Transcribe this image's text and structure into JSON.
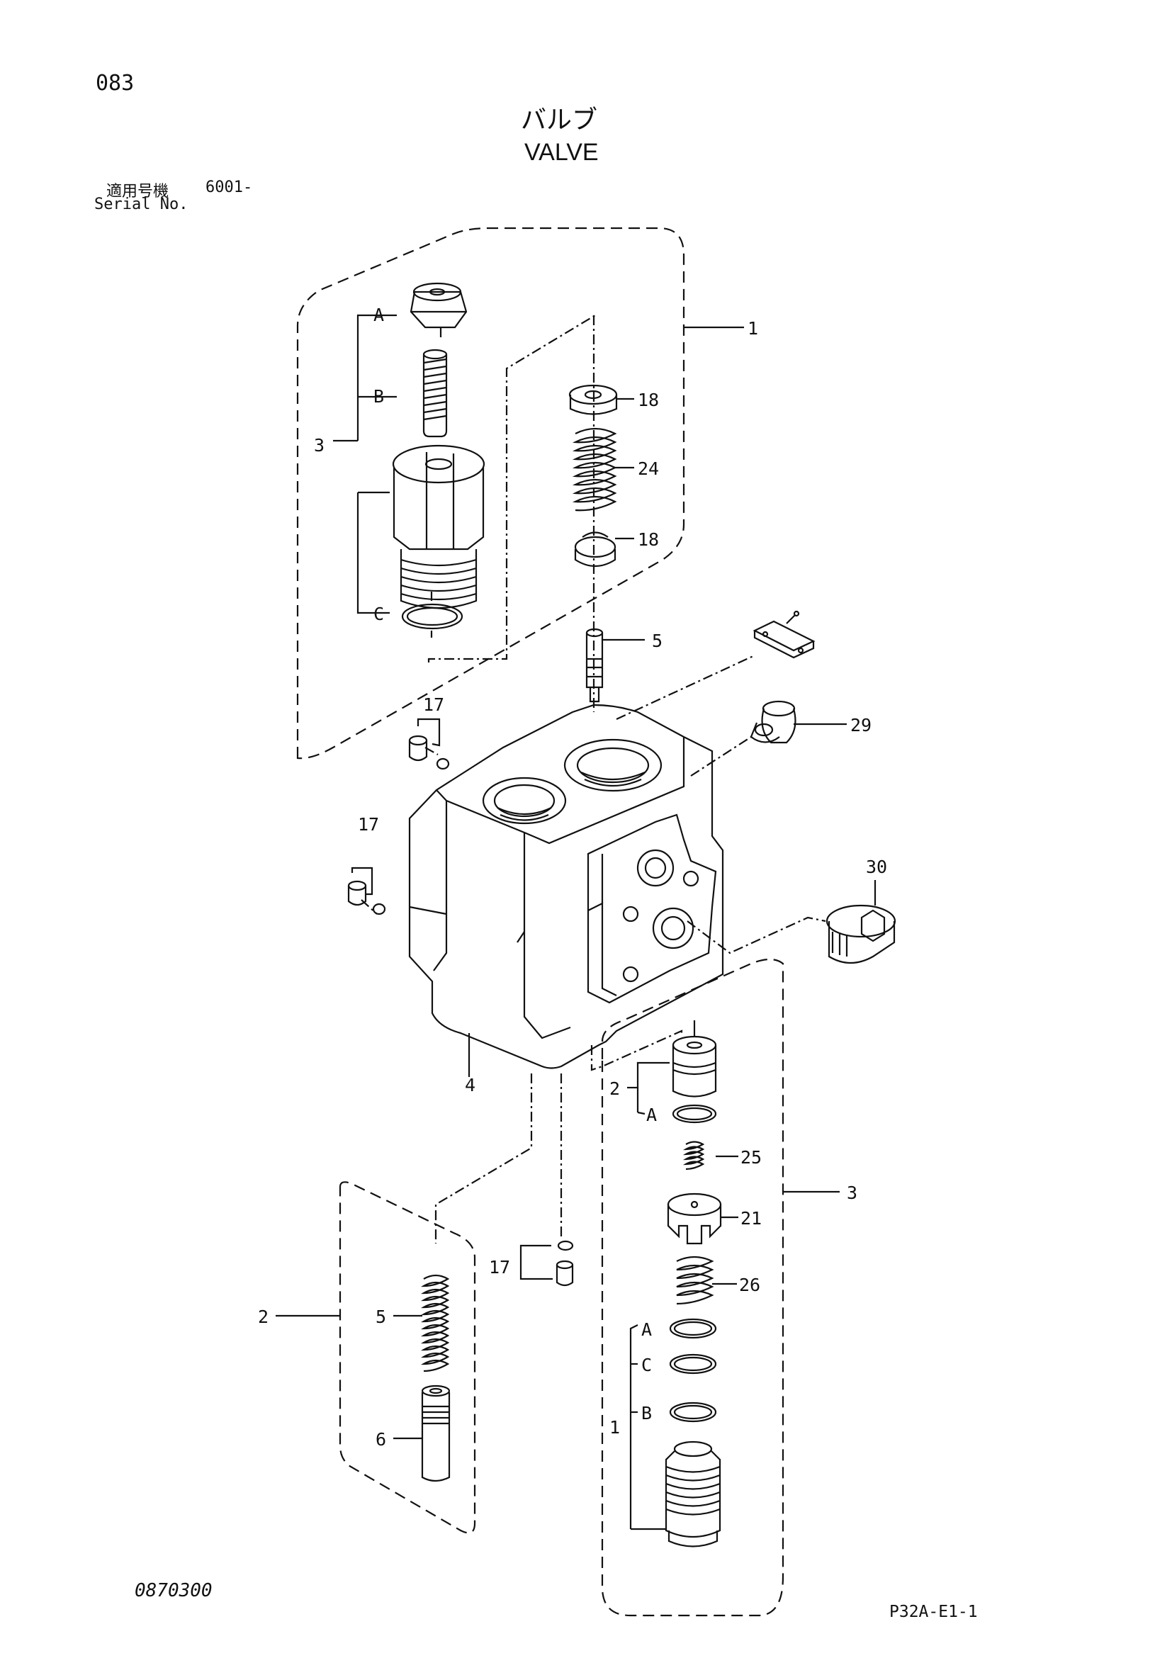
{
  "page": {
    "number": "083",
    "title_jp": "バルブ",
    "title_en": "VALVE",
    "serial_label_jp": "適用号機",
    "serial_value": "6001-",
    "serial_label_en": "Serial No.",
    "doc_code": "0870300",
    "figure_code": "P32A-E1-1"
  },
  "callouts": {
    "c1": "1",
    "c3_top": "3",
    "cA_top": "A",
    "cB_top": "B",
    "cC_top": "C",
    "c18a": "18",
    "c24": "24",
    "c18b": "18",
    "c5_top": "5",
    "c29": "29",
    "c30": "30",
    "c17a": "17",
    "c17b": "17",
    "c4": "4",
    "c2_right": "2",
    "cA_mid": "A",
    "c25": "25",
    "c21": "21",
    "c3_right": "3",
    "c26": "26",
    "c17c": "17",
    "cA_low": "A",
    "cC_low": "C",
    "cB_low": "B",
    "c1_low": "1",
    "c2_left": "2",
    "c5_left": "5",
    "c6": "6"
  }
}
